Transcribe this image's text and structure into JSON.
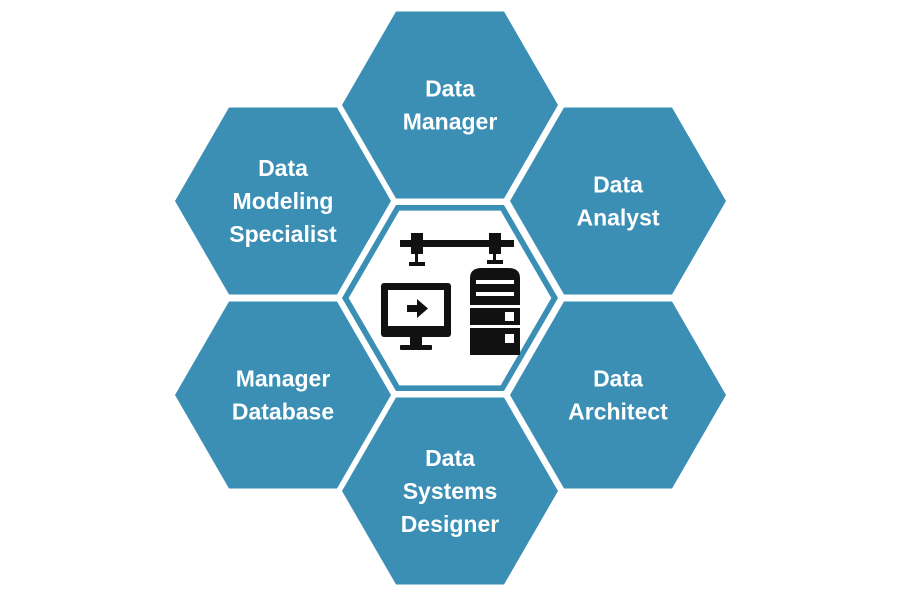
{
  "colors": {
    "hex_fill": "#3b8fb5",
    "hex_text": "#ffffff",
    "icon": "#111111",
    "background": "#ffffff"
  },
  "center": {
    "icon": "computer-connected-to-server-icon"
  },
  "roles": [
    {
      "id": "data-manager",
      "lines": [
        "Data",
        "Manager"
      ]
    },
    {
      "id": "data-analyst",
      "lines": [
        "Data",
        "Analyst"
      ]
    },
    {
      "id": "data-architect",
      "lines": [
        "Data",
        "Architect"
      ]
    },
    {
      "id": "data-systems-designer",
      "lines": [
        "Data",
        "Systems",
        "Designer"
      ]
    },
    {
      "id": "manager-database",
      "lines": [
        "Manager",
        "Database"
      ]
    },
    {
      "id": "data-modeling-specialist",
      "lines": [
        "Data",
        "Modeling",
        "Specialist"
      ]
    }
  ]
}
